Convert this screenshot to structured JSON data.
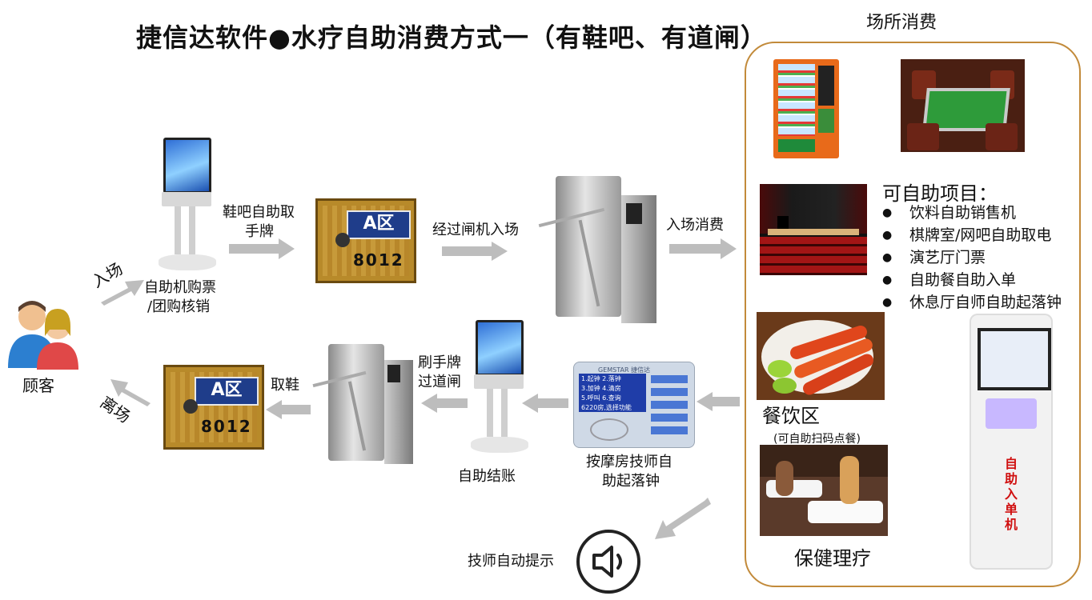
{
  "title": "捷信达软件●水疗自助消费方式一（有鞋吧、有道闸）",
  "venue": {
    "title": "场所消费",
    "project_title": "可自助项目：",
    "projects": [
      "饮料自助销售机",
      "棋牌室/网吧自助取电",
      "演艺厅门票",
      "自助餐自助入单",
      "休息厅自师自助起落钟"
    ],
    "dining_label": "餐饮区",
    "dining_note": "(可自助扫码点餐)",
    "health_label": "保健理疗",
    "kiosk_text": [
      "自",
      "助",
      "入",
      "单",
      "机"
    ]
  },
  "customer": {
    "label": "顾客"
  },
  "flow": {
    "enter": "入场",
    "leave": "离场",
    "kiosk_buy_1": "自助机购票",
    "kiosk_buy_2": "/团购核销",
    "shoe_get_1": "鞋吧自助取",
    "shoe_get_2": "手牌",
    "gate_enter": "经过闸机入场",
    "venue_consume": "入场消费",
    "massage_1": "按摩房技师自",
    "massage_2": "助起落钟",
    "swipe_1": "刷手牌",
    "swipe_2": "过道闸",
    "self_checkout": "自助结账",
    "take_shoes": "取鞋",
    "tech_prompt": "技师自动提示"
  },
  "locker": {
    "zone": "A区",
    "number": "8012"
  },
  "terminal": {
    "brand": "GEMSTAR 捷信达",
    "lines": [
      "1.起钟 2.落钟",
      "3.加钟 4.清房",
      "5.呼叫 6.查询",
      "6220房,选择功能"
    ]
  },
  "colors": {
    "arrow": "#bdbdbd",
    "frame": "#c28a3a",
    "screen": "#2f6fd6"
  }
}
